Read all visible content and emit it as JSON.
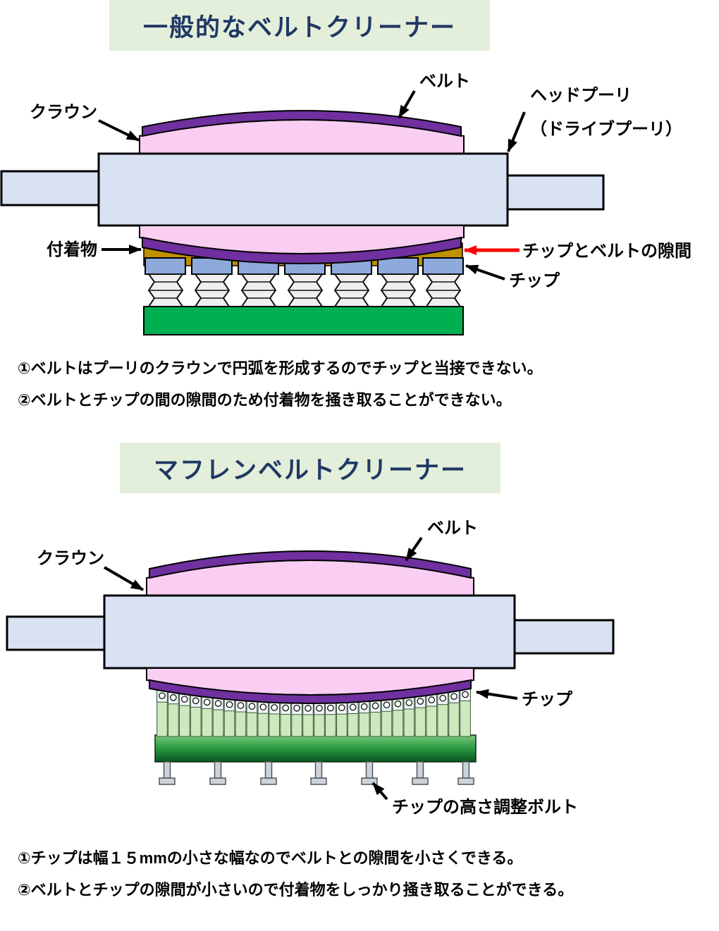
{
  "colors": {
    "header_bg": "#e3efda",
    "title_text": "#203864",
    "pulley_fill": "#d9e2f3",
    "belt_pink": "#f9cef2",
    "belt_purple": "#7030a0",
    "deposit_gold": "#bf9000",
    "chip_blue": "#8eaadb",
    "base_green": "#00b050",
    "strip_green": "#cde9bd",
    "arrow_red": "#ff0000"
  },
  "section1": {
    "title": "一般的なベルトクリーナー",
    "labels": {
      "belt": "ベルト",
      "crown": "クラウン",
      "head_pulley_line1": "ヘッドプーリ",
      "head_pulley_line2": "（ドライブプーリ）",
      "deposit": "付着物",
      "gap": "チップとベルトの隙間",
      "chip": "チップ"
    },
    "notes": [
      "①ベルトはプーリのクラウンで円弧を形成するのでチップと当接できない。",
      "②ベルトとチップの間の隙間のため付着物を掻き取ることができない。"
    ]
  },
  "section2": {
    "title": "マフレンベルトクリーナー",
    "labels": {
      "belt": "ベルト",
      "crown": "クラウン",
      "chip": "チップ",
      "bolt": "チップの高さ調整ボルト"
    },
    "notes": [
      "①チップは幅１５mmの小さな幅なのでベルトとの隙間を小さくできる。",
      "②ベルトとチップの隙間が小さいので付着物をしっかり掻き取ることができる。"
    ]
  }
}
